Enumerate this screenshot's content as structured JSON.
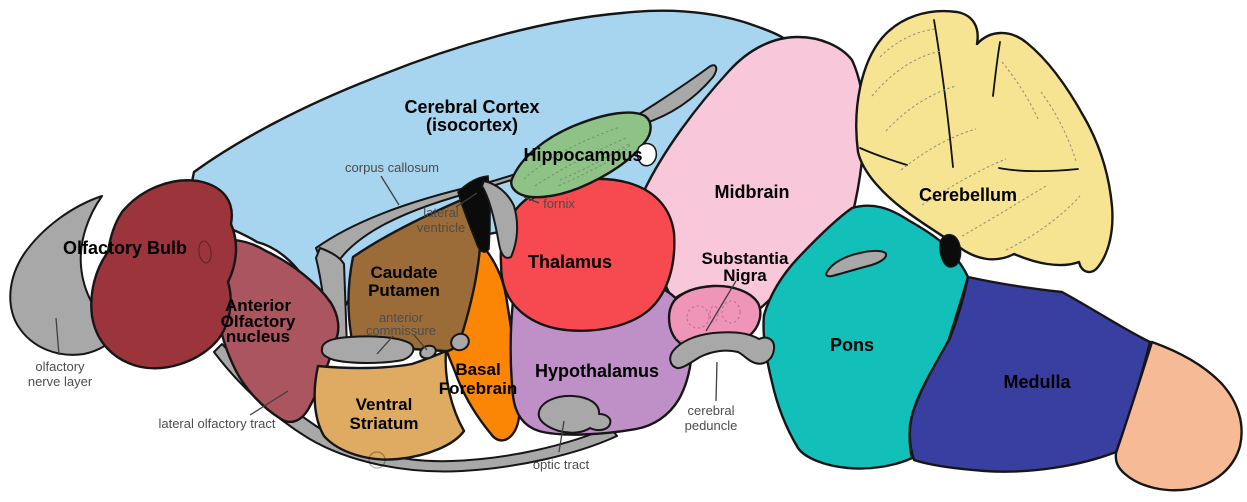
{
  "regions": {
    "cerebral_cortex": {
      "label_line1": "Cerebral Cortex",
      "label_line2": "(isocortex)",
      "color": "#a7d4ef"
    },
    "olfactory_bulb": {
      "label": "Olfactory Bulb",
      "color": "#9c343c"
    },
    "anterior_olfactory_nucleus": {
      "label_line1": "Anterior",
      "label_line2": "Olfactory",
      "label_line3": "nucleus",
      "color": "#ab5560"
    },
    "caudate_putamen": {
      "label_line1": "Caudate",
      "label_line2": "Putamen",
      "color": "#9c6c38"
    },
    "ventral_striatum": {
      "label_line1": "Ventral",
      "label_line2": "Striatum",
      "color": "#dfab62"
    },
    "basal_forebrain": {
      "label_line1": "Basal",
      "label_line2": "Forebrain",
      "color": "#fb8606"
    },
    "hippocampus": {
      "label": "Hippocampus",
      "color": "#8fc287"
    },
    "thalamus": {
      "label": "Thalamus",
      "color": "#f74a50"
    },
    "hypothalamus": {
      "label": "Hypothalamus",
      "color": "#bf90c8"
    },
    "midbrain": {
      "label": "Midbrain",
      "color": "#f8c7d9"
    },
    "substantia_nigra": {
      "label_line1": "Substantia",
      "label_line2": "Nigra",
      "color": "#ef95b8"
    },
    "pons": {
      "label": "Pons",
      "color": "#12bfb9"
    },
    "cerebellum": {
      "label": "Cerebellum",
      "color": "#f6e492"
    },
    "medulla": {
      "label": "Medulla",
      "color": "#393ea1"
    },
    "spinal_cord_stub": {
      "color": "#f7ba96"
    }
  },
  "white_matter": {
    "olfactory_nerve_layer": {
      "label_line1": "olfactory",
      "label_line2": "nerve layer"
    },
    "lateral_olfactory_tract": {
      "label": "lateral olfactory tract"
    },
    "corpus_callosum": {
      "label": "corpus callosum"
    },
    "lateral_ventricle": {
      "label_line1": "lateral",
      "label_line2": "ventricle"
    },
    "fornix": {
      "label": "fornix"
    },
    "anterior_commissure": {
      "label_line1": "anterior",
      "label_line2": "commissure"
    },
    "optic_tract": {
      "label": "optic tract"
    },
    "cerebral_peduncle": {
      "label_line1": "cerebral",
      "label_line2": "peduncle"
    }
  },
  "palette": {
    "white_matter_gray": "#a8a8a8",
    "ventricle_black": "#0b0b0b",
    "notch_white": "#ffffff",
    "outline": "#161616",
    "small_label": "#4c4c4c",
    "bold_label": "#000000",
    "background": "#ffffff"
  }
}
